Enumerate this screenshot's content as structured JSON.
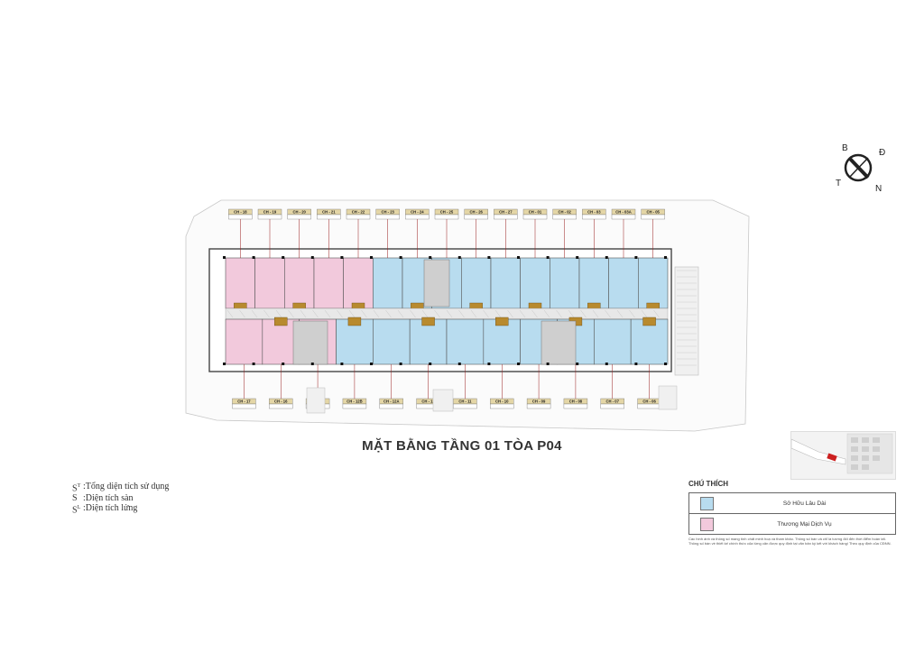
{
  "title": "MẶT BẰNG TẦNG 01 TÒA P04",
  "definitions": [
    {
      "symbol": "S",
      "sup": "T",
      "sep": ": ",
      "text": "Tổng diện tích sử dụng"
    },
    {
      "symbol": "S",
      "sup": "",
      "sep": " : ",
      "text": "Diện tích sàn"
    },
    {
      "symbol": "S",
      "sup": "L",
      "sep": ": ",
      "text": "Diện tích lửng"
    }
  ],
  "legend": {
    "title": "CHÚ THÍCH",
    "items": [
      {
        "label": "Sở Hữu Lâu Dài",
        "color": "#b8dcef"
      },
      {
        "label": "Thương Mại Dịch Vụ",
        "color": "#f2c9dc"
      }
    ]
  },
  "note": "Các hình ảnh và thông số mang tính chất minh hoạ và tham khảo. Thông số bán và chỉ là tương đối đến thời điểm hoàn tất. Thông số bàn về thiết kế chính thức của từng căn được quy định tại văn bản ký kết với khách hàng/ Theo quy định của CĐNN.",
  "compass": {
    "north_west": "B",
    "north_east": "Đ",
    "south_west": "T",
    "south_east": "N"
  },
  "colors": {
    "owned": "#b8dcef",
    "commercial": "#f2c9dc",
    "core": "#cfcfcf",
    "stair": "#b88a2e"
  },
  "top_units": [
    "CH - 18",
    "CH - 19",
    "CH - 20",
    "CH - 21",
    "CH - 22",
    "CH - 23",
    "CH - 24",
    "CH - 25",
    "CH - 26",
    "CH - 27",
    "CH - 01",
    "CH - 02",
    "CH - 03",
    "CH - 03A",
    "CH - 05"
  ],
  "bottom_units": [
    "CH - 17",
    "CH - 16",
    "CH - 15",
    "CH - 12B",
    "CH - 12A",
    "CH - 12",
    "CH - 11",
    "CH - 10",
    "CH - 09",
    "CH - 08",
    "CH - 07",
    "CH - 06"
  ],
  "top_unit_types": [
    "commercial",
    "commercial",
    "commercial",
    "commercial",
    "commercial",
    "owned",
    "owned",
    "owned",
    "owned",
    "owned",
    "owned",
    "owned",
    "owned",
    "owned",
    "owned"
  ],
  "bottom_unit_types": [
    "commercial",
    "commercial",
    "commercial",
    "owned",
    "owned",
    "owned",
    "owned",
    "owned",
    "owned",
    "owned",
    "owned",
    "owned"
  ]
}
